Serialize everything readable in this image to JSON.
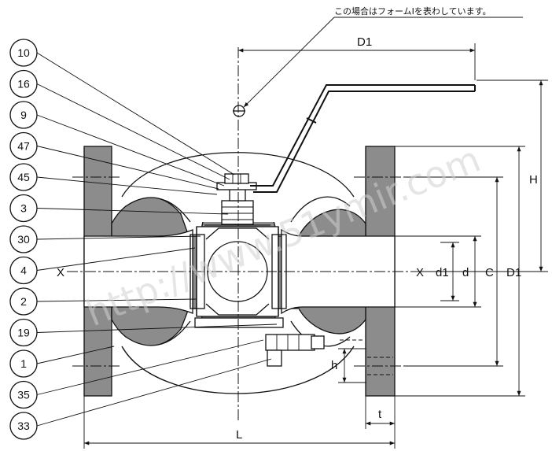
{
  "note": "この場合はフォームⅠを表わしています。",
  "watermark": "http://www.51ymir.com",
  "part_numbers": [
    "10",
    "16",
    "9",
    "47",
    "45",
    "3",
    "30",
    "4",
    "2",
    "19",
    "1",
    "35",
    "33"
  ],
  "dimensions": {
    "D1_top": "D1",
    "H": "H",
    "D1_right": "D1",
    "C": "C",
    "d": "d",
    "d1": "d1",
    "X_left": "X",
    "X_right": "X",
    "h": "h",
    "t": "t",
    "L": "L"
  },
  "colors": {
    "ink": "#111111",
    "body_fill": "#8c8c8c",
    "watermark": "#d0d0d0"
  }
}
